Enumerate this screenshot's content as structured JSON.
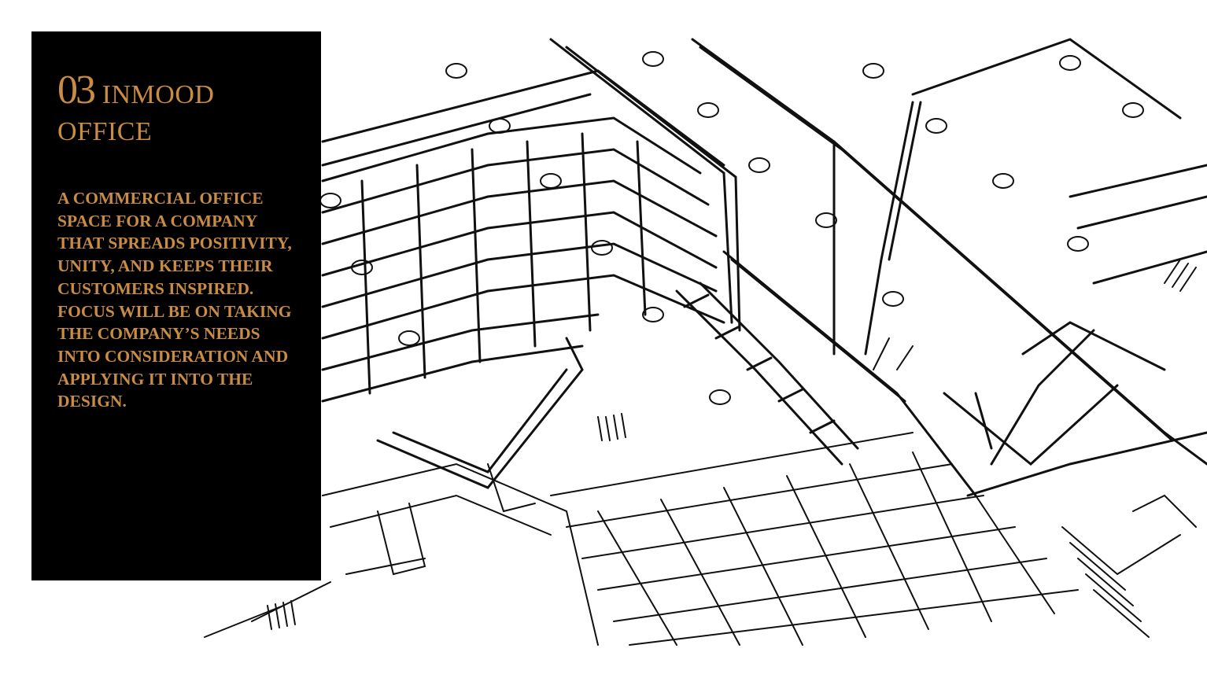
{
  "slide": {
    "number": "03",
    "title_line1": "INMOOD",
    "title_line2": "OFFICE",
    "description": "A COMMERCIAL OFFICE SPACE FOR A COMPANY THAT SPREADS POSITIVITY, UNITY, AND KEEPS THEIR CUSTOMERS INSPIRED. FOCUS WILL BE ON TAKING THE COMPANY’S NEEDS INTO CONSIDERATION AND APPLYING IT INTO THE DESIGN."
  },
  "colors": {
    "panel_background": "#000000",
    "accent_text": "#c98c44",
    "page_background": "#ffffff",
    "sketch_ink": "#111111"
  },
  "illustration": {
    "subject": "office-interior-sketch"
  }
}
